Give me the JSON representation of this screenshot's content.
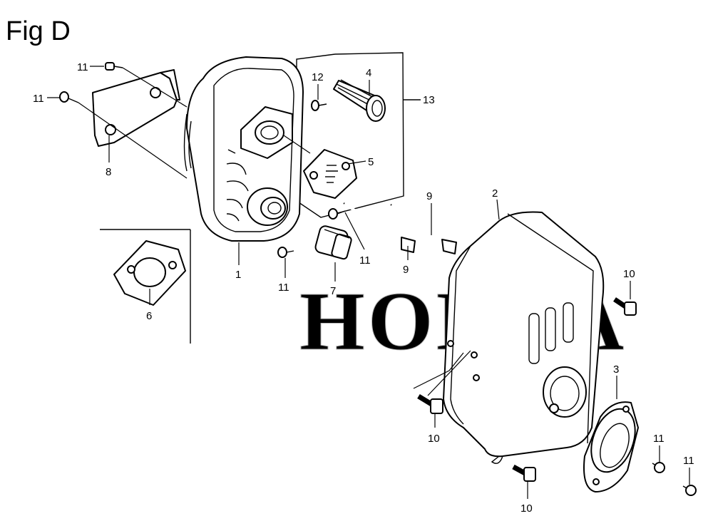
{
  "figure": {
    "title": "Fig D",
    "watermark": "HONDA"
  },
  "callouts": [
    {
      "id": "c-11-a",
      "label": "11"
    },
    {
      "id": "c-11-b",
      "label": "11"
    },
    {
      "id": "c-8",
      "label": "8"
    },
    {
      "id": "c-1",
      "label": "1"
    },
    {
      "id": "c-6",
      "label": "6"
    },
    {
      "id": "c-12",
      "label": "12"
    },
    {
      "id": "c-4",
      "label": "4"
    },
    {
      "id": "c-13",
      "label": "13"
    },
    {
      "id": "c-5",
      "label": "5"
    },
    {
      "id": "c-9-a",
      "label": "9"
    },
    {
      "id": "c-9-b",
      "label": "9"
    },
    {
      "id": "c-11-c",
      "label": "11"
    },
    {
      "id": "c-11-d",
      "label": "11"
    },
    {
      "id": "c-7",
      "label": "7"
    },
    {
      "id": "c-2",
      "label": "2"
    },
    {
      "id": "c-10-a",
      "label": "10"
    },
    {
      "id": "c-3",
      "label": "3"
    },
    {
      "id": "c-10-b",
      "label": "10"
    },
    {
      "id": "c-10-c",
      "label": "10"
    },
    {
      "id": "c-11-e",
      "label": "11"
    },
    {
      "id": "c-11-f",
      "label": "11"
    }
  ]
}
